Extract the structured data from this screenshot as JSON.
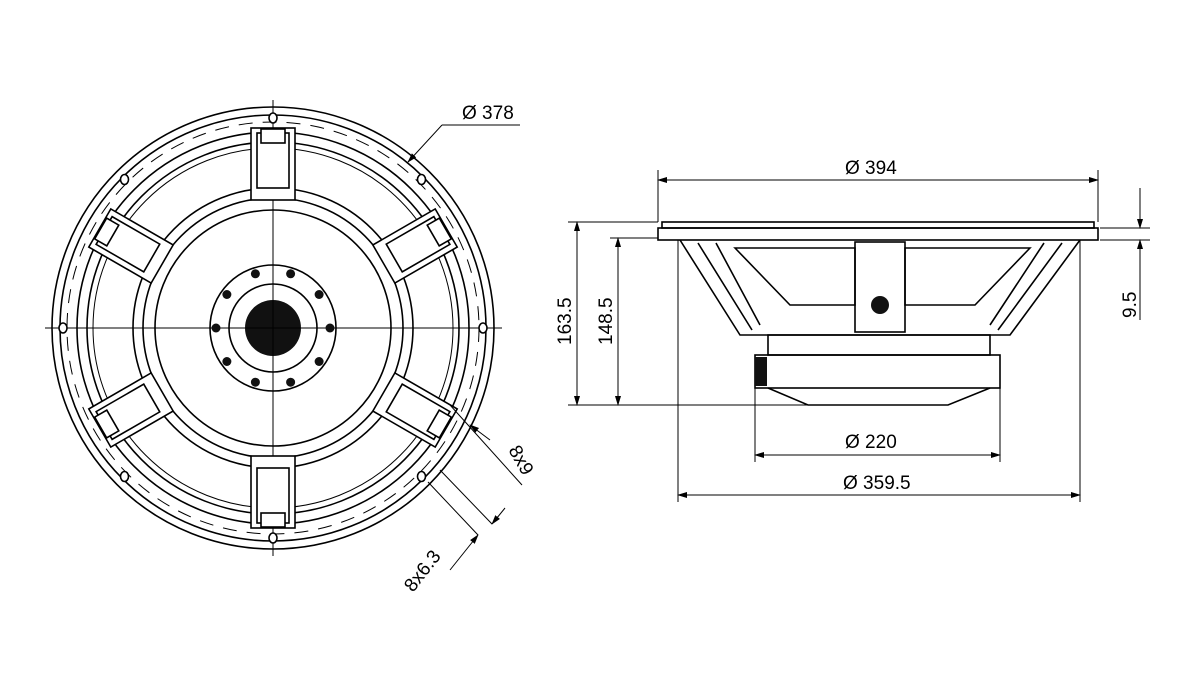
{
  "front_view": {
    "outer_diameter_label": "Ø 378",
    "slot_label_1": "8x9",
    "slot_label_2": "8x6.3"
  },
  "side_view": {
    "flange_diameter_label": "Ø 394",
    "magnet_diameter_label": "Ø 220",
    "basket_diameter_label": "Ø 359.5",
    "total_depth_label": "163.5",
    "basket_depth_label": "148.5",
    "flange_thickness_label": "9.5"
  },
  "colors": {
    "line": "#000000",
    "background": "#ffffff"
  }
}
